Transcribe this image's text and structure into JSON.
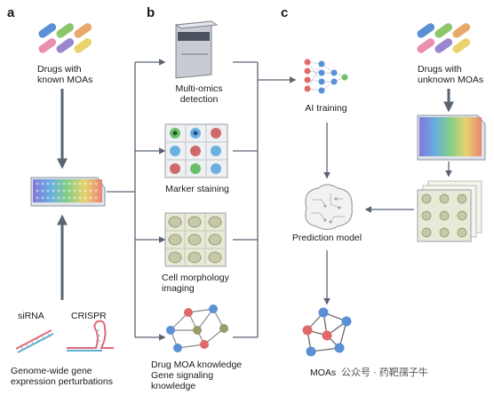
{
  "panels": {
    "a": "a",
    "b": "b",
    "c": "c"
  },
  "panel_a": {
    "drugs_label_1": "Drugs with",
    "drugs_label_2": "known MOAs",
    "sirna": "siRNA",
    "crispr": "CRISPR",
    "perturb_1": "Genome-wide gene",
    "perturb_2": "expression perturbations"
  },
  "panel_b": {
    "multiomics_1": "Multi-omics",
    "multiomics_2": "detection",
    "marker": "Marker staining",
    "morph_1": "Cell morphology",
    "morph_2": "imaging",
    "knowledge_1": "Drug MOA knowledge",
    "knowledge_2": "Gene signaling",
    "knowledge_3": "knowledge"
  },
  "panel_c": {
    "ai_training": "AI training",
    "drugs_label_1": "Drugs with",
    "drugs_label_2": "unknown MOAs",
    "prediction": "Prediction model",
    "moas": "MOAs"
  },
  "watermark": "公众号 · 药靶孺子牛",
  "colors": {
    "arrow": "#5a6473",
    "pill_blue": "#5b8fd6",
    "pill_green": "#8cc66a",
    "pill_orange": "#e8a86a",
    "pill_pink": "#ea8fb0",
    "pill_purple": "#9a86d0",
    "pill_yellow": "#e8d36a",
    "node_red": "#e06a6a",
    "node_blue": "#5b8fd6",
    "node_olive": "#9a9a6a"
  }
}
